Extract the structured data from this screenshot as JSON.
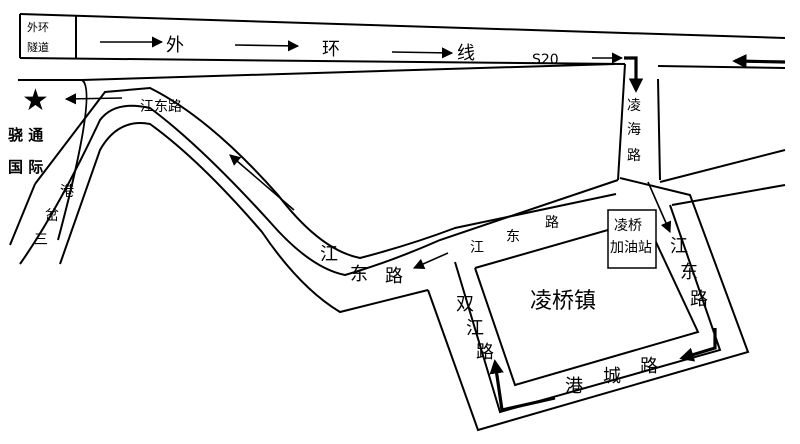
{
  "map": {
    "tunnel_label_line1": "外环",
    "tunnel_label_line2": "隧道",
    "ring_road_chars": [
      "外",
      "环",
      "线"
    ],
    "ring_road_code": "S20",
    "jiangdong_top": "江东路",
    "jiangdong_mid_chars": [
      "江",
      "东",
      "路"
    ],
    "jiangdong_upper_chars": [
      "江",
      "东",
      "路"
    ],
    "jiangdong_right_chars": [
      "江",
      "东",
      "路"
    ],
    "linghai_chars": [
      "凌",
      "海",
      "路"
    ],
    "gangcha_chars": [
      "港",
      "岔",
      "三"
    ],
    "shuangjiang_chars": [
      "双",
      "江",
      "路"
    ],
    "gangcheng_chars": [
      "港",
      "城",
      "路"
    ],
    "town": "凌桥镇",
    "station_line1": "凌桥",
    "station_line2": "加油站",
    "destination_line1": "骁 通",
    "destination_line2": "国 际",
    "star_icon": "★"
  }
}
